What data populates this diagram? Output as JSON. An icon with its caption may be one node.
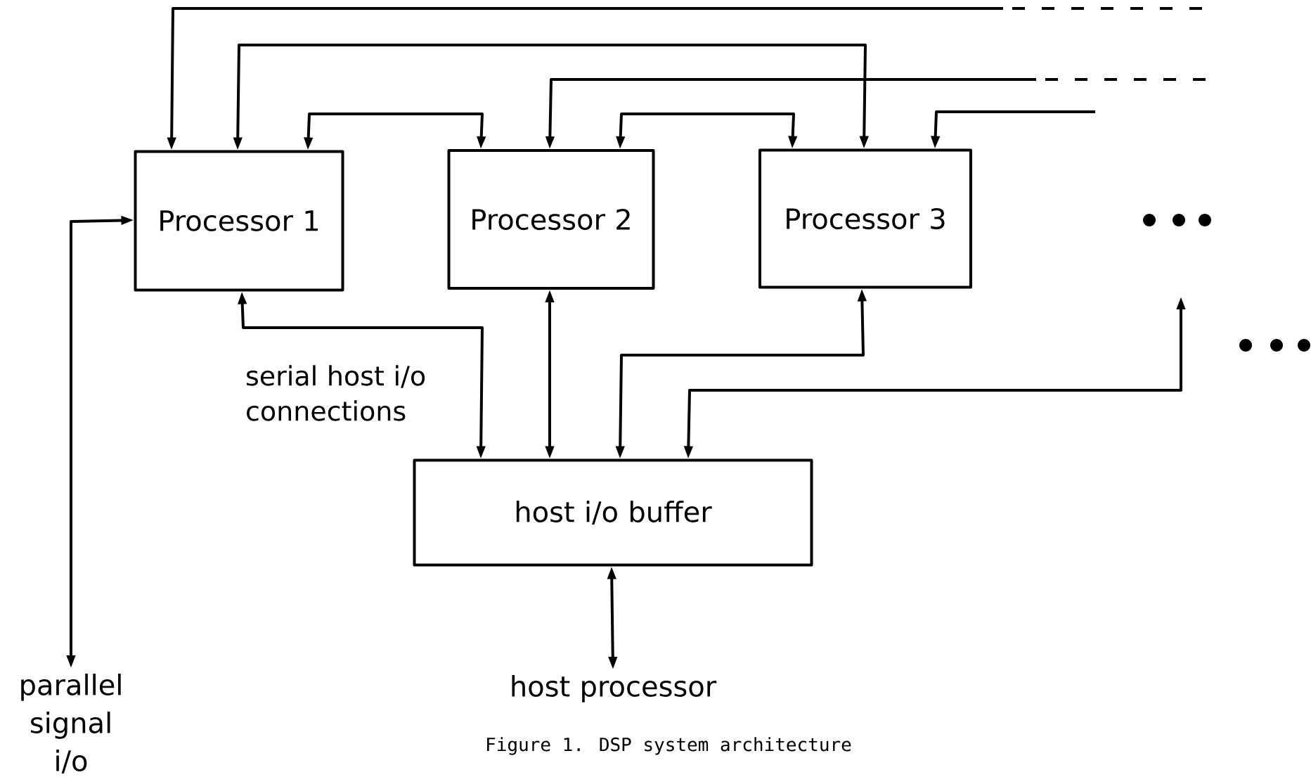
{
  "diagram": {
    "caption": "Figure 1.  DSP system architecture",
    "nodes": [
      {
        "text": [
          "Processor 1"
        ]
      },
      {
        "text": [
          "Processor 2"
        ]
      },
      {
        "text": [
          "Processor 3"
        ]
      },
      {
        "text": [
          "host i/o buffer"
        ]
      },
      {
        "text": [
          "host processor"
        ]
      },
      {
        "text": [
          "parallel signal i/o"
        ]
      }
    ],
    "edges": [
      {
        "from": null,
        "to": 0,
        "arrow": "to"
      },
      {
        "from": 0,
        "to": 2,
        "arrow": "both"
      },
      {
        "from": 0,
        "to": 1,
        "arrow": "both"
      },
      {
        "from": null,
        "to": 1,
        "arrow": "to"
      },
      {
        "from": 1,
        "to": 2,
        "arrow": "both"
      },
      {
        "from": null,
        "to": 2,
        "arrow": "to"
      },
      {
        "from": 5,
        "to": 0,
        "arrow": "both"
      },
      {
        "from": 0,
        "to": 3,
        "arrow": "both",
        "label": "serial host i/o connections"
      },
      {
        "from": 1,
        "to": 3,
        "arrow": "both"
      },
      {
        "from": 2,
        "to": 3,
        "arrow": "both"
      },
      {
        "from": null,
        "to": 3,
        "arrow": "both"
      },
      {
        "from": 3,
        "to": 4,
        "arrow": "both"
      }
    ]
  }
}
